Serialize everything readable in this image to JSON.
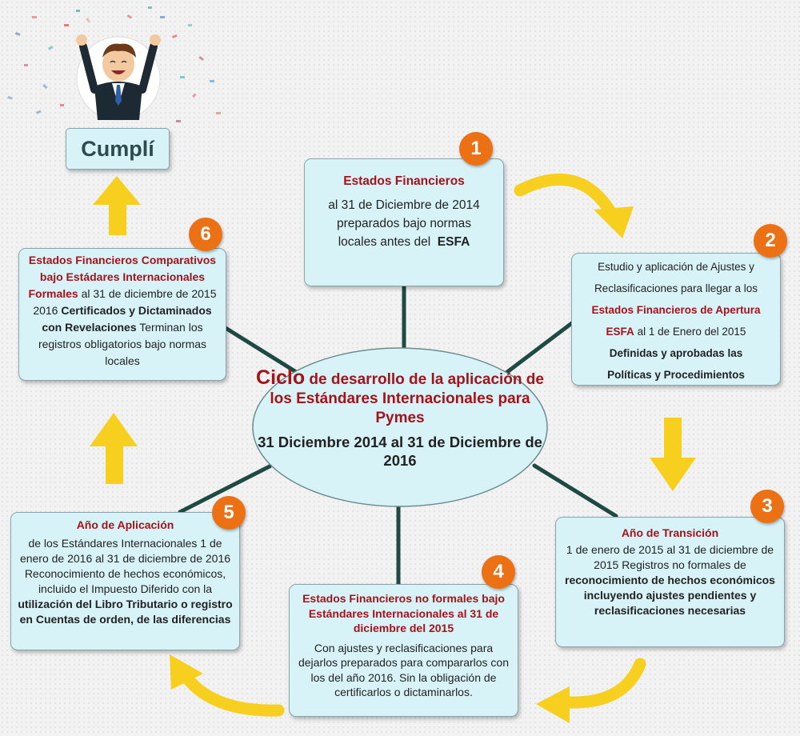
{
  "cumpli": "Cumplí",
  "center": {
    "title_word": "Ciclo",
    "title": "de desarrollo de la aplicación de los Estándares Internacionales para Pymes",
    "dates": "31 Diciembre 2014 al 31 de Diciembre de 2016"
  },
  "steps": [
    {
      "number": "1",
      "title": "Estados Financieros",
      "line1": "al 31 de Diciembre de 2014",
      "line2": "preparados bajo normas",
      "line3": "locales antes del",
      "bold": "ESFA"
    },
    {
      "number": "2",
      "line1": "Estudio y aplicación de Ajustes y",
      "line2": "Reclasificaciones para llegar a los",
      "title": "Estados Financieros de Apertura",
      "title2": "ESFA",
      "line3": "al 1 de Enero del 2015",
      "bold1": "Definidas y aprobadas las",
      "bold2": "Políticas y Procedimientos"
    },
    {
      "number": "3",
      "title": "Año de Transición",
      "line1": "1 de enero de 2015 al 31 de diciembre de",
      "line2": "2015 Registros no formales de",
      "bold": "reconocimiento de hechos económicos incluyendo ajustes pendientes y reclasificaciones necesarias"
    },
    {
      "number": "4",
      "title": "Estados Financieros no formales bajo Estándares Internacionales al 31 de diciembre del 2015",
      "text": "Con ajustes y reclasificaciones para dejarlos preparados para compararlos con los del año 2016. Sin la obligación de certificarlos o dictaminarlos."
    },
    {
      "number": "5",
      "title": "Año de Aplicación",
      "text": "de los Estándares Internacionales 1 de enero de 2016 al 31 de diciembre de 2016 Reconocimiento de hechos económicos, incluido el Impuesto Diferido con la",
      "bold": "utilización del Libro Tributario o registro en Cuentas de orden, de las diferencias"
    },
    {
      "number": "6",
      "title": "Estados Financieros Comparativos bajo Estádares Internacionales Formales",
      "line1": "al 31 de diciembre de 2015 2016",
      "bold": "Certificados y Dictaminados con Revelaciones",
      "line2": "Terminan los registros obligatorios bajo normas locales"
    }
  ]
}
